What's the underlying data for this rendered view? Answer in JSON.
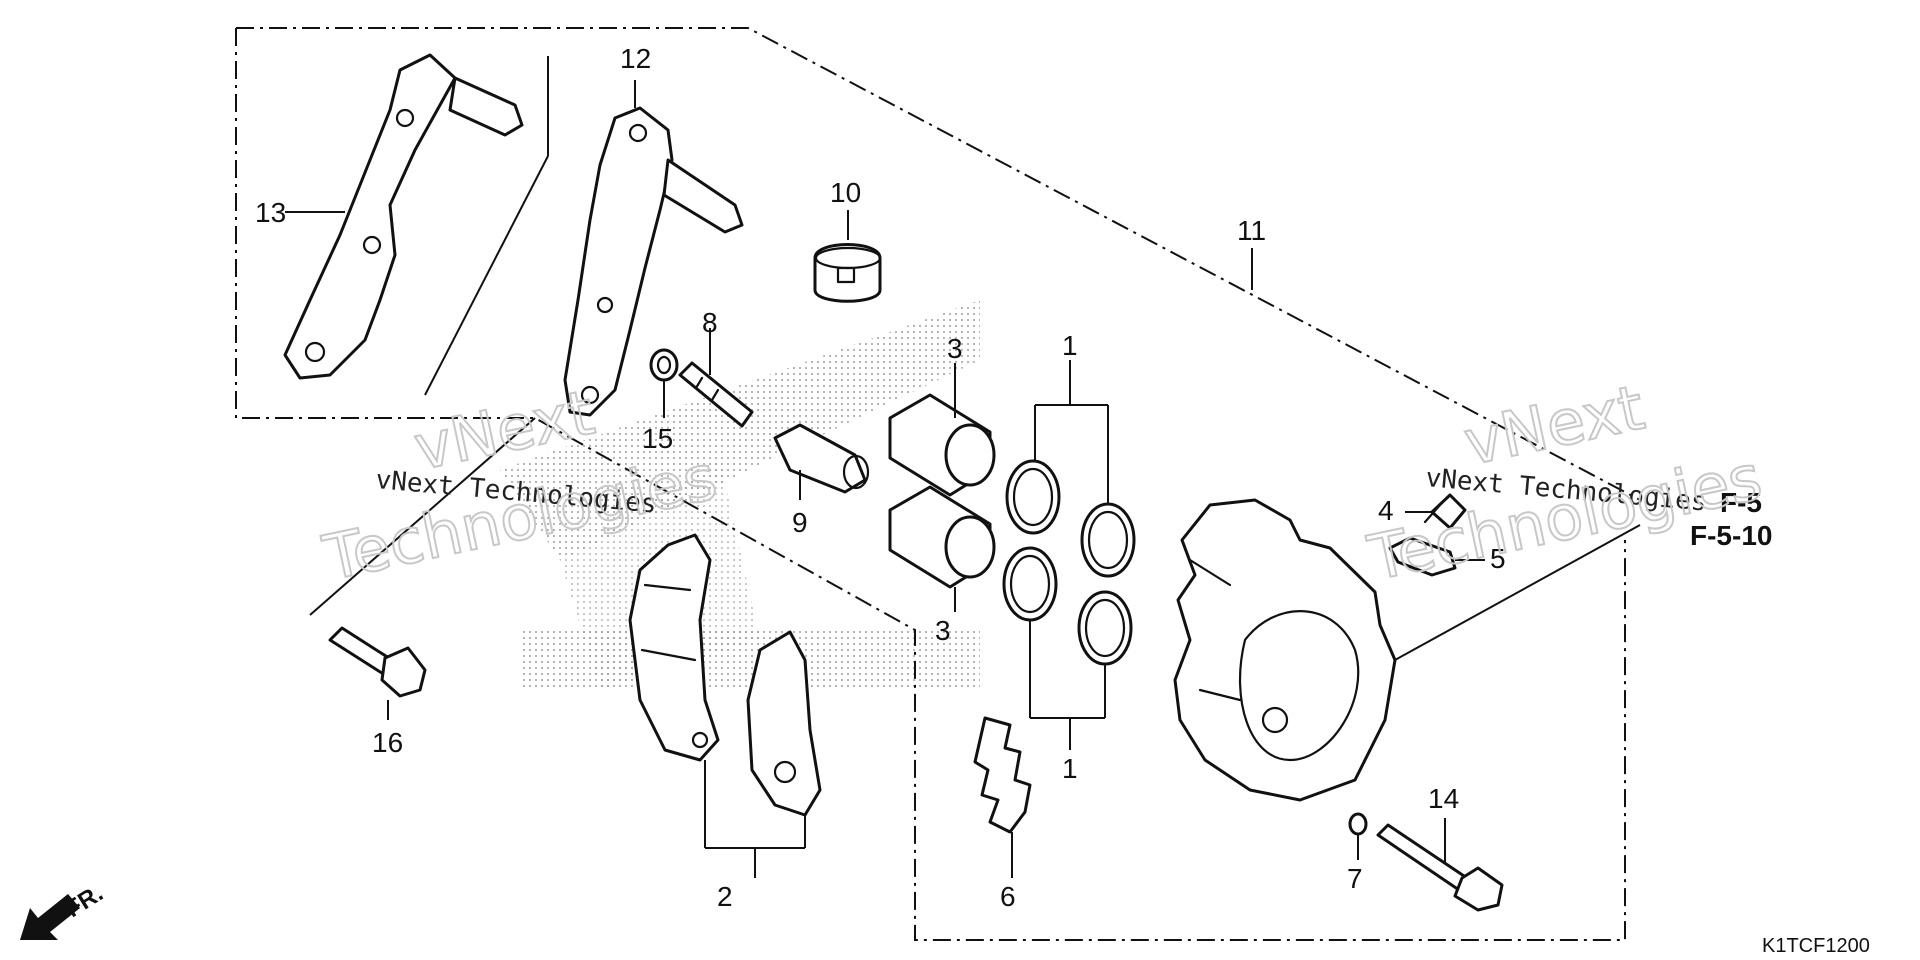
{
  "diagram": {
    "callouts": {
      "p1a": "1",
      "p1b": "1",
      "p2": "2",
      "p3a": "3",
      "p3b": "3",
      "p4": "4",
      "p5": "5",
      "p6": "6",
      "p7": "7",
      "p8": "8",
      "p9": "9",
      "p10": "10",
      "p11": "11",
      "p12": "12",
      "p13": "13",
      "p14": "14",
      "p15": "15",
      "p16": "16"
    },
    "ref_pages": [
      "F-5",
      "F-5-10"
    ],
    "diagram_code": "K1TCF1200",
    "direction_label": "FR.",
    "watermark": {
      "brand": "vNext",
      "name": "Technologies",
      "full": "vNext Technologies"
    },
    "colors": {
      "ink": "#111111",
      "watermark": "#c8c8c8",
      "stipple": "#9a9a9a"
    }
  }
}
